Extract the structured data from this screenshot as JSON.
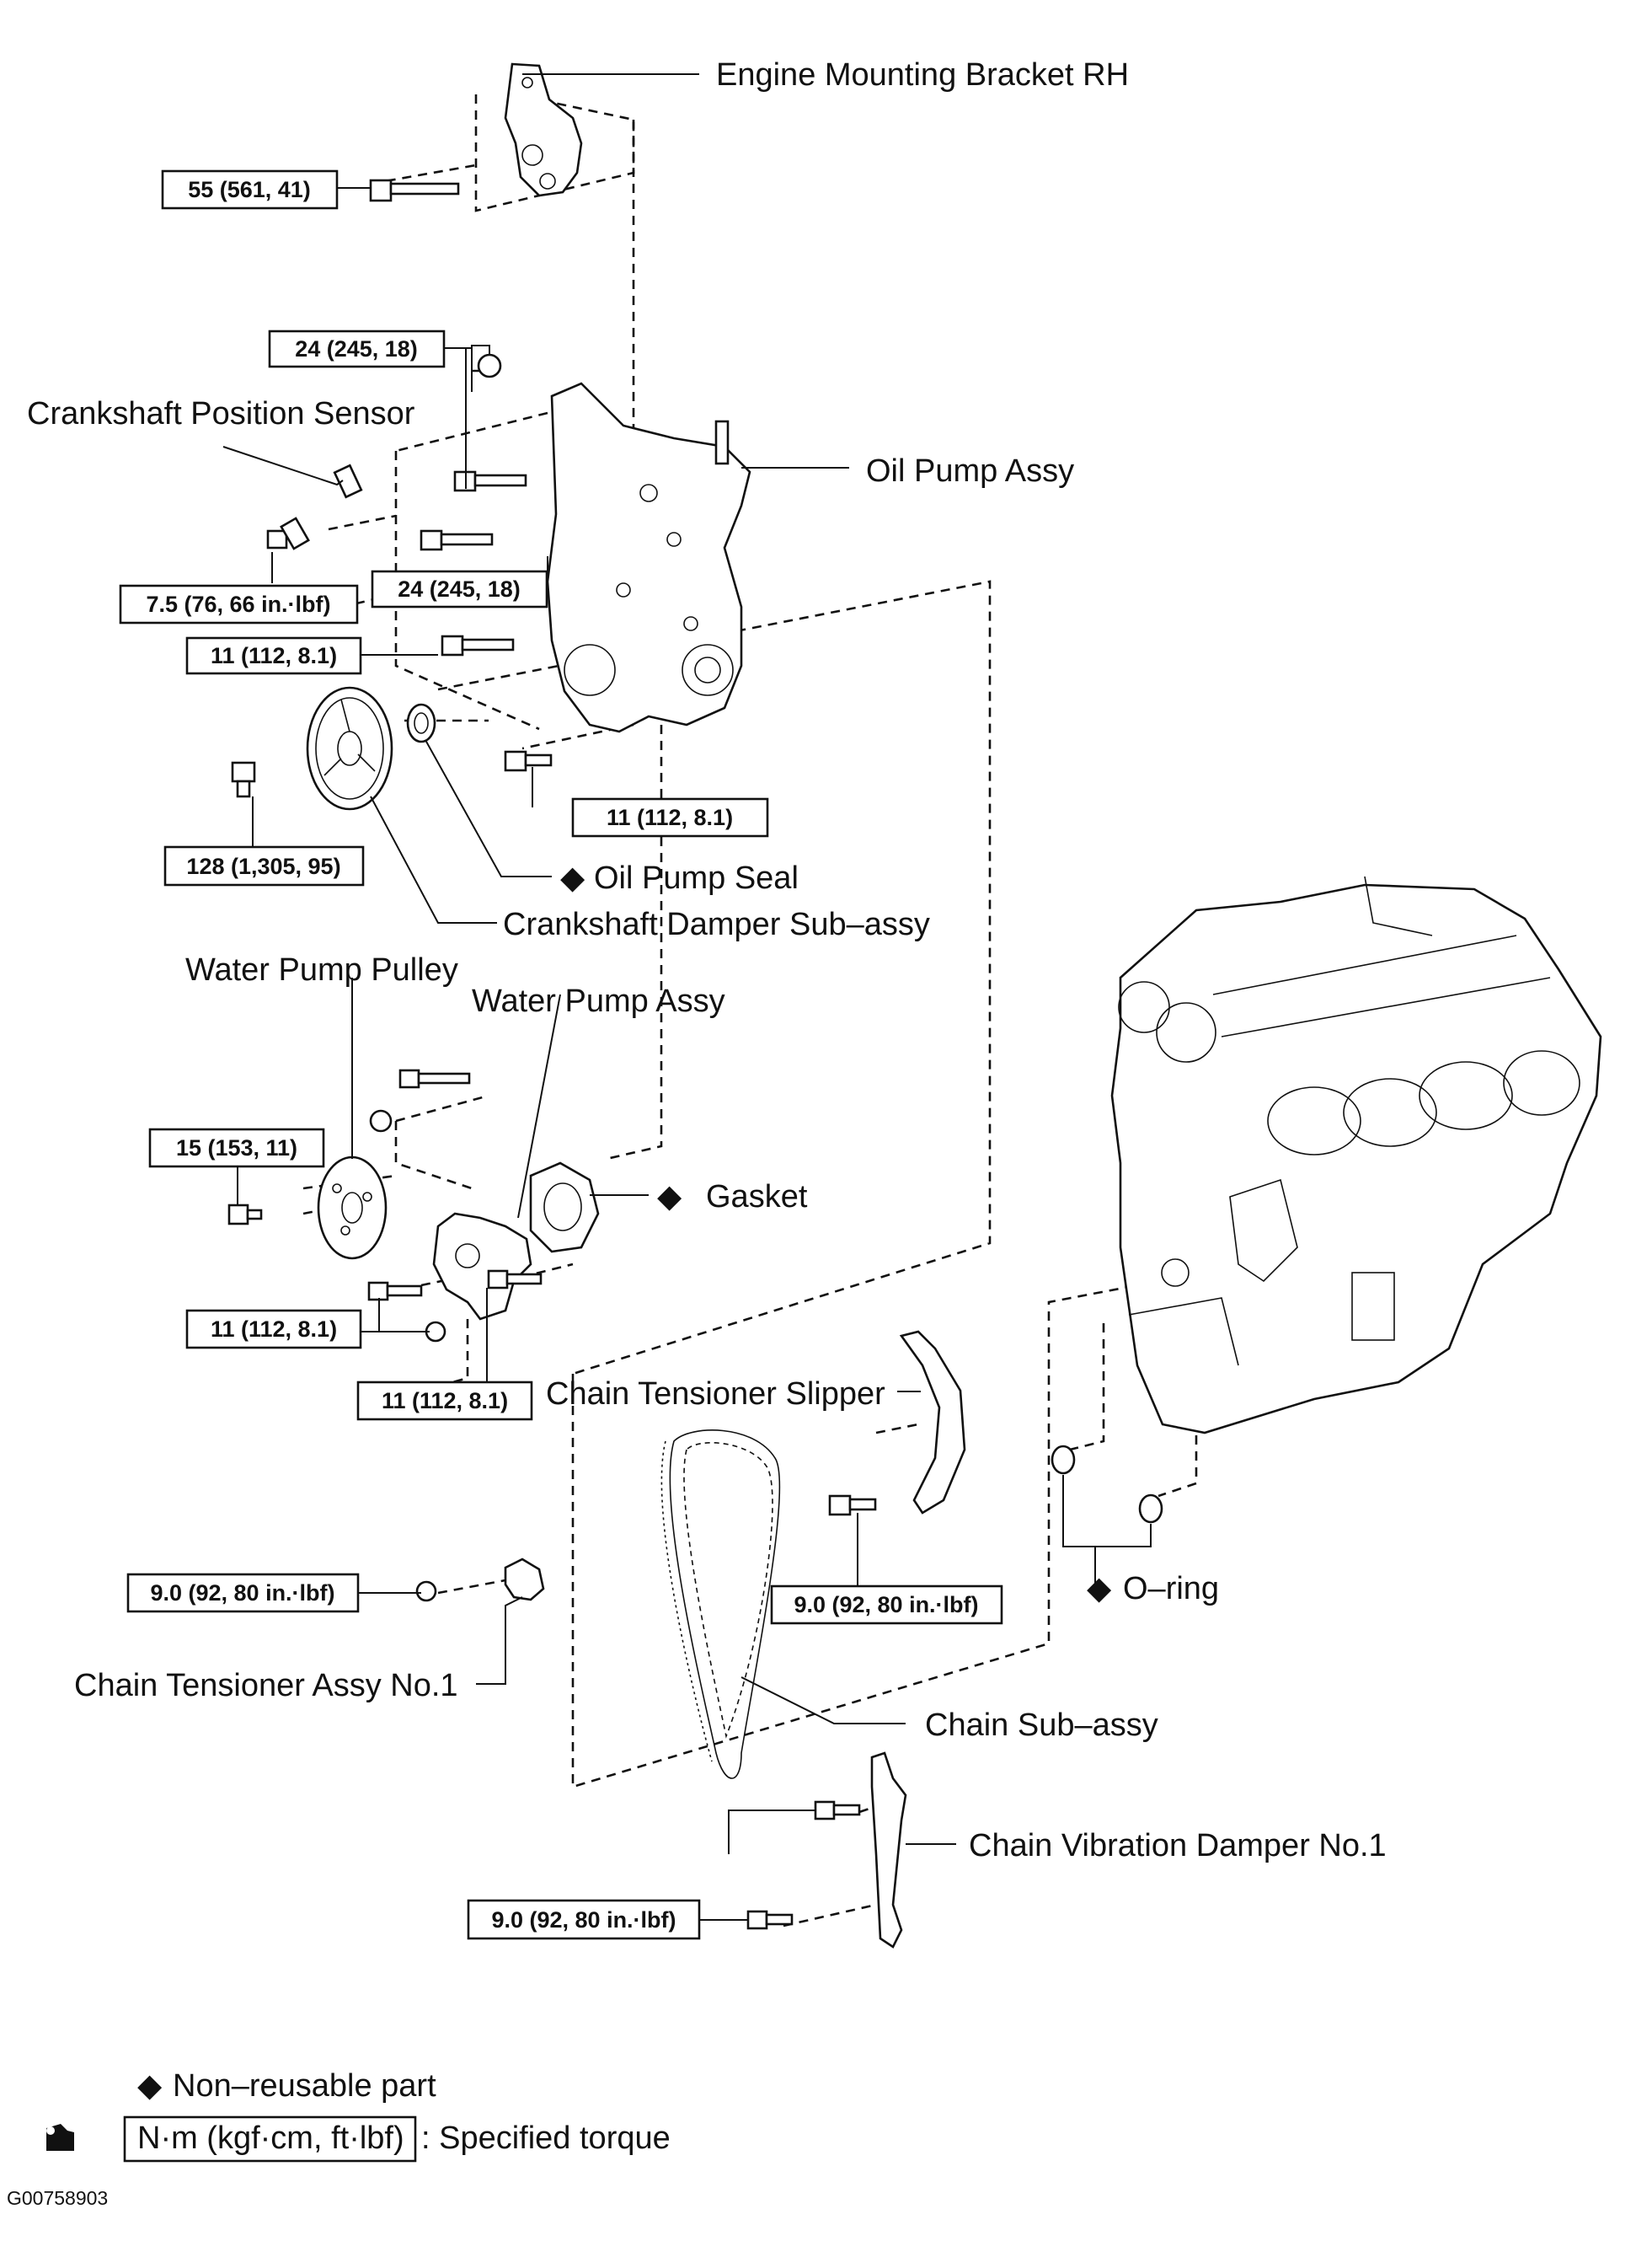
{
  "parts": {
    "engine_mounting_bracket": "Engine Mounting Bracket RH",
    "crankshaft_position_sensor": "Crankshaft Position Sensor",
    "oil_pump_assy": "Oil Pump Assy",
    "oil_pump_seal": "Oil Pump Seal",
    "crankshaft_damper": "Crankshaft Damper Sub–assy",
    "water_pump_pulley": "Water Pump Pulley",
    "water_pump_assy": "Water Pump Assy",
    "gasket": "Gasket",
    "chain_tensioner_slipper": "Chain Tensioner Slipper",
    "o_ring": "O–ring",
    "chain_tensioner_assy": "Chain Tensioner Assy No.1",
    "chain_sub_assy": "Chain Sub–assy",
    "chain_vibration_damper": "Chain Vibration Damper No.1"
  },
  "torques": {
    "bracket_bolt": "55 (561, 41)",
    "oil_pump_nut": "24 (245, 18)",
    "oil_pump_bolt": "24 (245, 18)",
    "sensor_bolt": "7.5 (76, 66 in.·lbf)",
    "oil_pump_lower_bolt": "11 (112, 8.1)",
    "oil_pump_right_bolt": "11 (112, 8.1)",
    "damper_bolt": "128 (1,305, 95)",
    "pulley_bolt": "15 (153, 11)",
    "water_pump_bolt_a": "11 (112, 8.1)",
    "water_pump_bolt_b": "11 (112, 8.1)",
    "tensioner_bolt": "9.0 (92, 80 in.·lbf)",
    "slipper_bolt": "9.0 (92, 80 in.·lbf)",
    "damper_no1_bolt": "9.0 (92, 80 in.·lbf)"
  },
  "legend": {
    "non_reusable_symbol": "◆",
    "non_reusable_text": "Non–reusable part",
    "torque_unit": "N·m (kgf·cm, ft·lbf)",
    "torque_text": ": Specified torque"
  },
  "figure_code": "G00758903"
}
